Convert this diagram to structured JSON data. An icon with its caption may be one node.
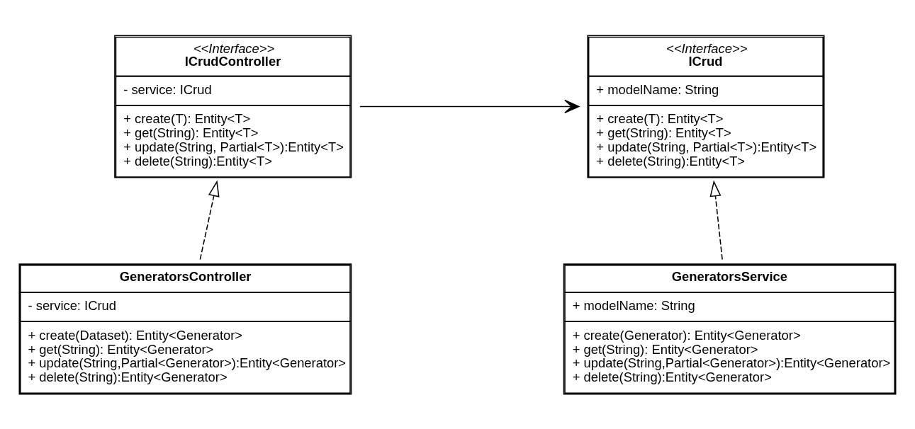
{
  "diagram": {
    "nodes": [
      {
        "text": [
          "<<Interface>>",
          "ICrud",
          "+ modelName: String",
          "+ create(T): Entity<T>",
          "+ get(String): Entity<T>",
          "+ update(String, Partial<T>):Entity<T>",
          "+ delete(String):Entity<T>"
        ]
      },
      {
        "text": [
          "<<Interface>>",
          "ICrudController",
          "- service: ICrud",
          "+ create(T): Entity<T>",
          "+ get(String): Entity<T>",
          "+ update(String, Partial<T>):Entity<T>",
          "+ delete(String):Entity<T>"
        ]
      },
      {
        "text": [
          "GeneratorsService",
          "+ modelName: String",
          "+ create(Generator): Entity<Generator>",
          "+ get(String): Entity<Generator>",
          "+ update(String,Partial<Generator>):Entity<Generator>",
          "+ delete(String):Entity<Generator>"
        ]
      },
      {
        "text": [
          "GeneratorsController",
          "- service: ICrud",
          "+ create(Dataset): Entity<Generator>",
          "+ get(String): Entity<Generator>",
          "+ update(String,Partial<Generator>):Entity<Generator>",
          "+ delete(String):Entity<Generator>"
        ]
      }
    ],
    "edges": [
      {
        "from": 1,
        "to": 0,
        "arrow": "to"
      },
      {
        "from": 2,
        "to": 0,
        "arrow": "to",
        "style": "dashed"
      },
      {
        "from": 3,
        "to": 1,
        "arrow": "to",
        "style": "dashed"
      }
    ]
  }
}
